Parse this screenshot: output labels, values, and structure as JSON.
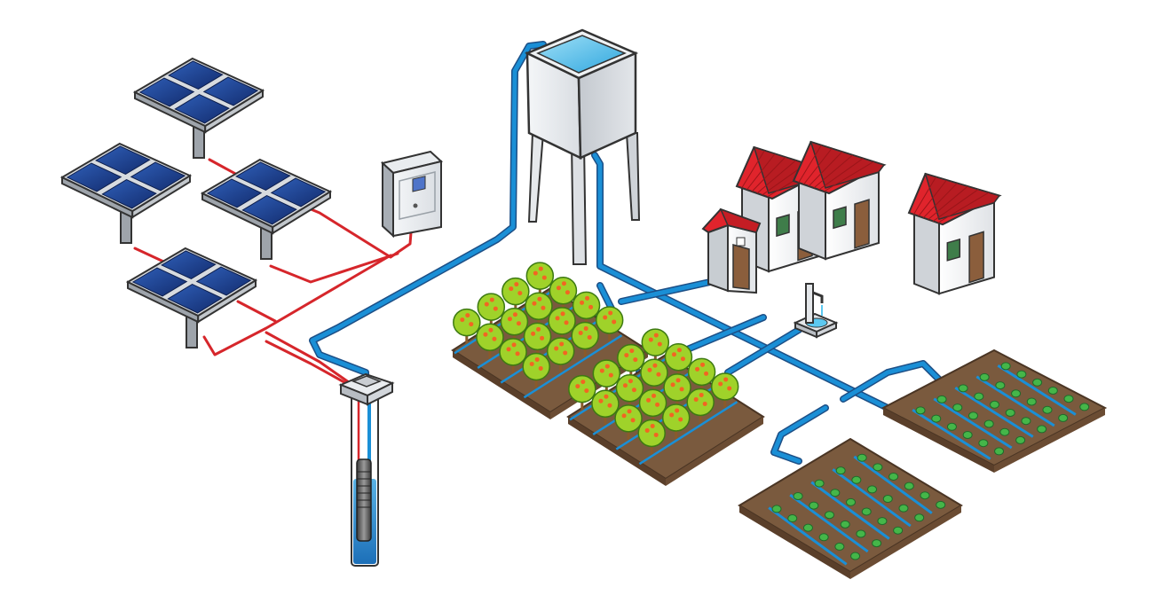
{
  "diagram": {
    "components": [
      {
        "id": "solar-array",
        "icon": "solar-panel-icon"
      },
      {
        "id": "pump-controller",
        "icon": "control-box-icon"
      },
      {
        "id": "borehole-pump",
        "icon": "submersible-pump-icon"
      },
      {
        "id": "water-tower",
        "icon": "water-tank-icon"
      },
      {
        "id": "houses",
        "icon": "house-icon"
      },
      {
        "id": "latrine",
        "icon": "toilet-icon"
      },
      {
        "id": "water-tap",
        "icon": "faucet-icon"
      },
      {
        "id": "orchards",
        "icon": "tree-icon"
      },
      {
        "id": "crop-fields",
        "icon": "seedling-icon"
      }
    ],
    "colors": {
      "water_pipe": "#1a8fd6",
      "electric_cable": "#d6262b",
      "solar_cell": "#1b3f8f",
      "roof": "#e0242c",
      "soil": "#7a5a3e",
      "foliage": "#9fd22a",
      "fruit": "#f26522",
      "seedling": "#45b649",
      "tank_water": "#5cc8f0"
    }
  }
}
